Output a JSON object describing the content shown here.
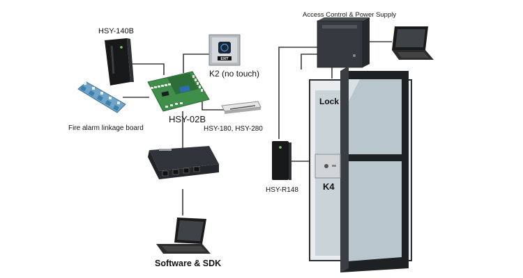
{
  "labels": {
    "access_control": "Access Control & Power Supply",
    "hsy_140b": "HSY-140B",
    "k2": "K2 (no touch)",
    "exit": "EXIT",
    "fire_alarm": "Fire alarm linkage board",
    "hsy_02b": "HSY-02B",
    "hsy_180": "HSY-180, HSY-280",
    "lock": "Lock",
    "k4": "K4",
    "hsy_r148": "HSY-R148",
    "software": "Software & SDK"
  },
  "colors": {
    "wire": "#3a3a3a",
    "door_frame": "#1e2124",
    "glass": "#b9c6cd",
    "board": "#3f8f4b",
    "reader": "#16181a",
    "laptop": "#2a2a2a",
    "switch_box": "#30343a"
  },
  "icons": {
    "reader": "card-reader-icon",
    "exit_button": "exit-button-icon",
    "controller": "controller-board-icon",
    "fire_board": "circuit-board-icon",
    "maglock": "magnetic-lock-icon",
    "network_switch": "network-switch-icon",
    "laptop": "laptop-icon",
    "power_box": "power-supply-box-icon",
    "door": "door-icon"
  }
}
